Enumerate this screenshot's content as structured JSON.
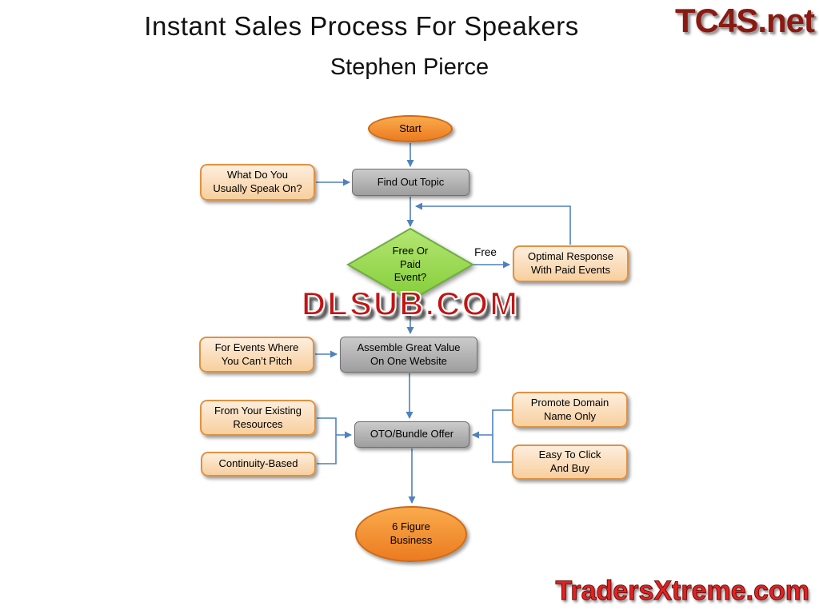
{
  "header": {
    "title": "Instant Sales Process For Speakers",
    "subtitle": "Stephen Pierce"
  },
  "watermarks": {
    "top_right": "TC4S.net",
    "center": "DLSUB.COM",
    "bottom_right": "TradersXtreme.com"
  },
  "flowchart": {
    "start": "Start",
    "find_out_topic": "Find Out Topic",
    "what_do_you_speak": "What Do You\nUsually Speak On?",
    "free_or_paid": "Free Or\nPaid\nEvent?",
    "free_label": "Free",
    "optimal_response": "Optimal Response\nWith Paid Events",
    "assemble_value": "Assemble Great Value\nOn One Website",
    "for_events": "For Events Where\nYou Can’t Pitch",
    "from_resources": "From Your Existing\nResources",
    "continuity": "Continuity-Based",
    "oto_bundle": "OTO/Bundle Offer",
    "promote_domain": "Promote Domain\nName Only",
    "easy_click": "Easy To Click\nAnd Buy",
    "six_figure": "6 Figure\nBusiness"
  },
  "colors": {
    "connector_blue": "#4F81BD",
    "decision_green": "#8FD24F",
    "terminator_orange": "#F0822C",
    "process_gray": "#B3B3B3",
    "note_peach": "#FBD9B0",
    "watermark_red": "#C31414",
    "tc4s_maroon": "#8A1A12"
  }
}
